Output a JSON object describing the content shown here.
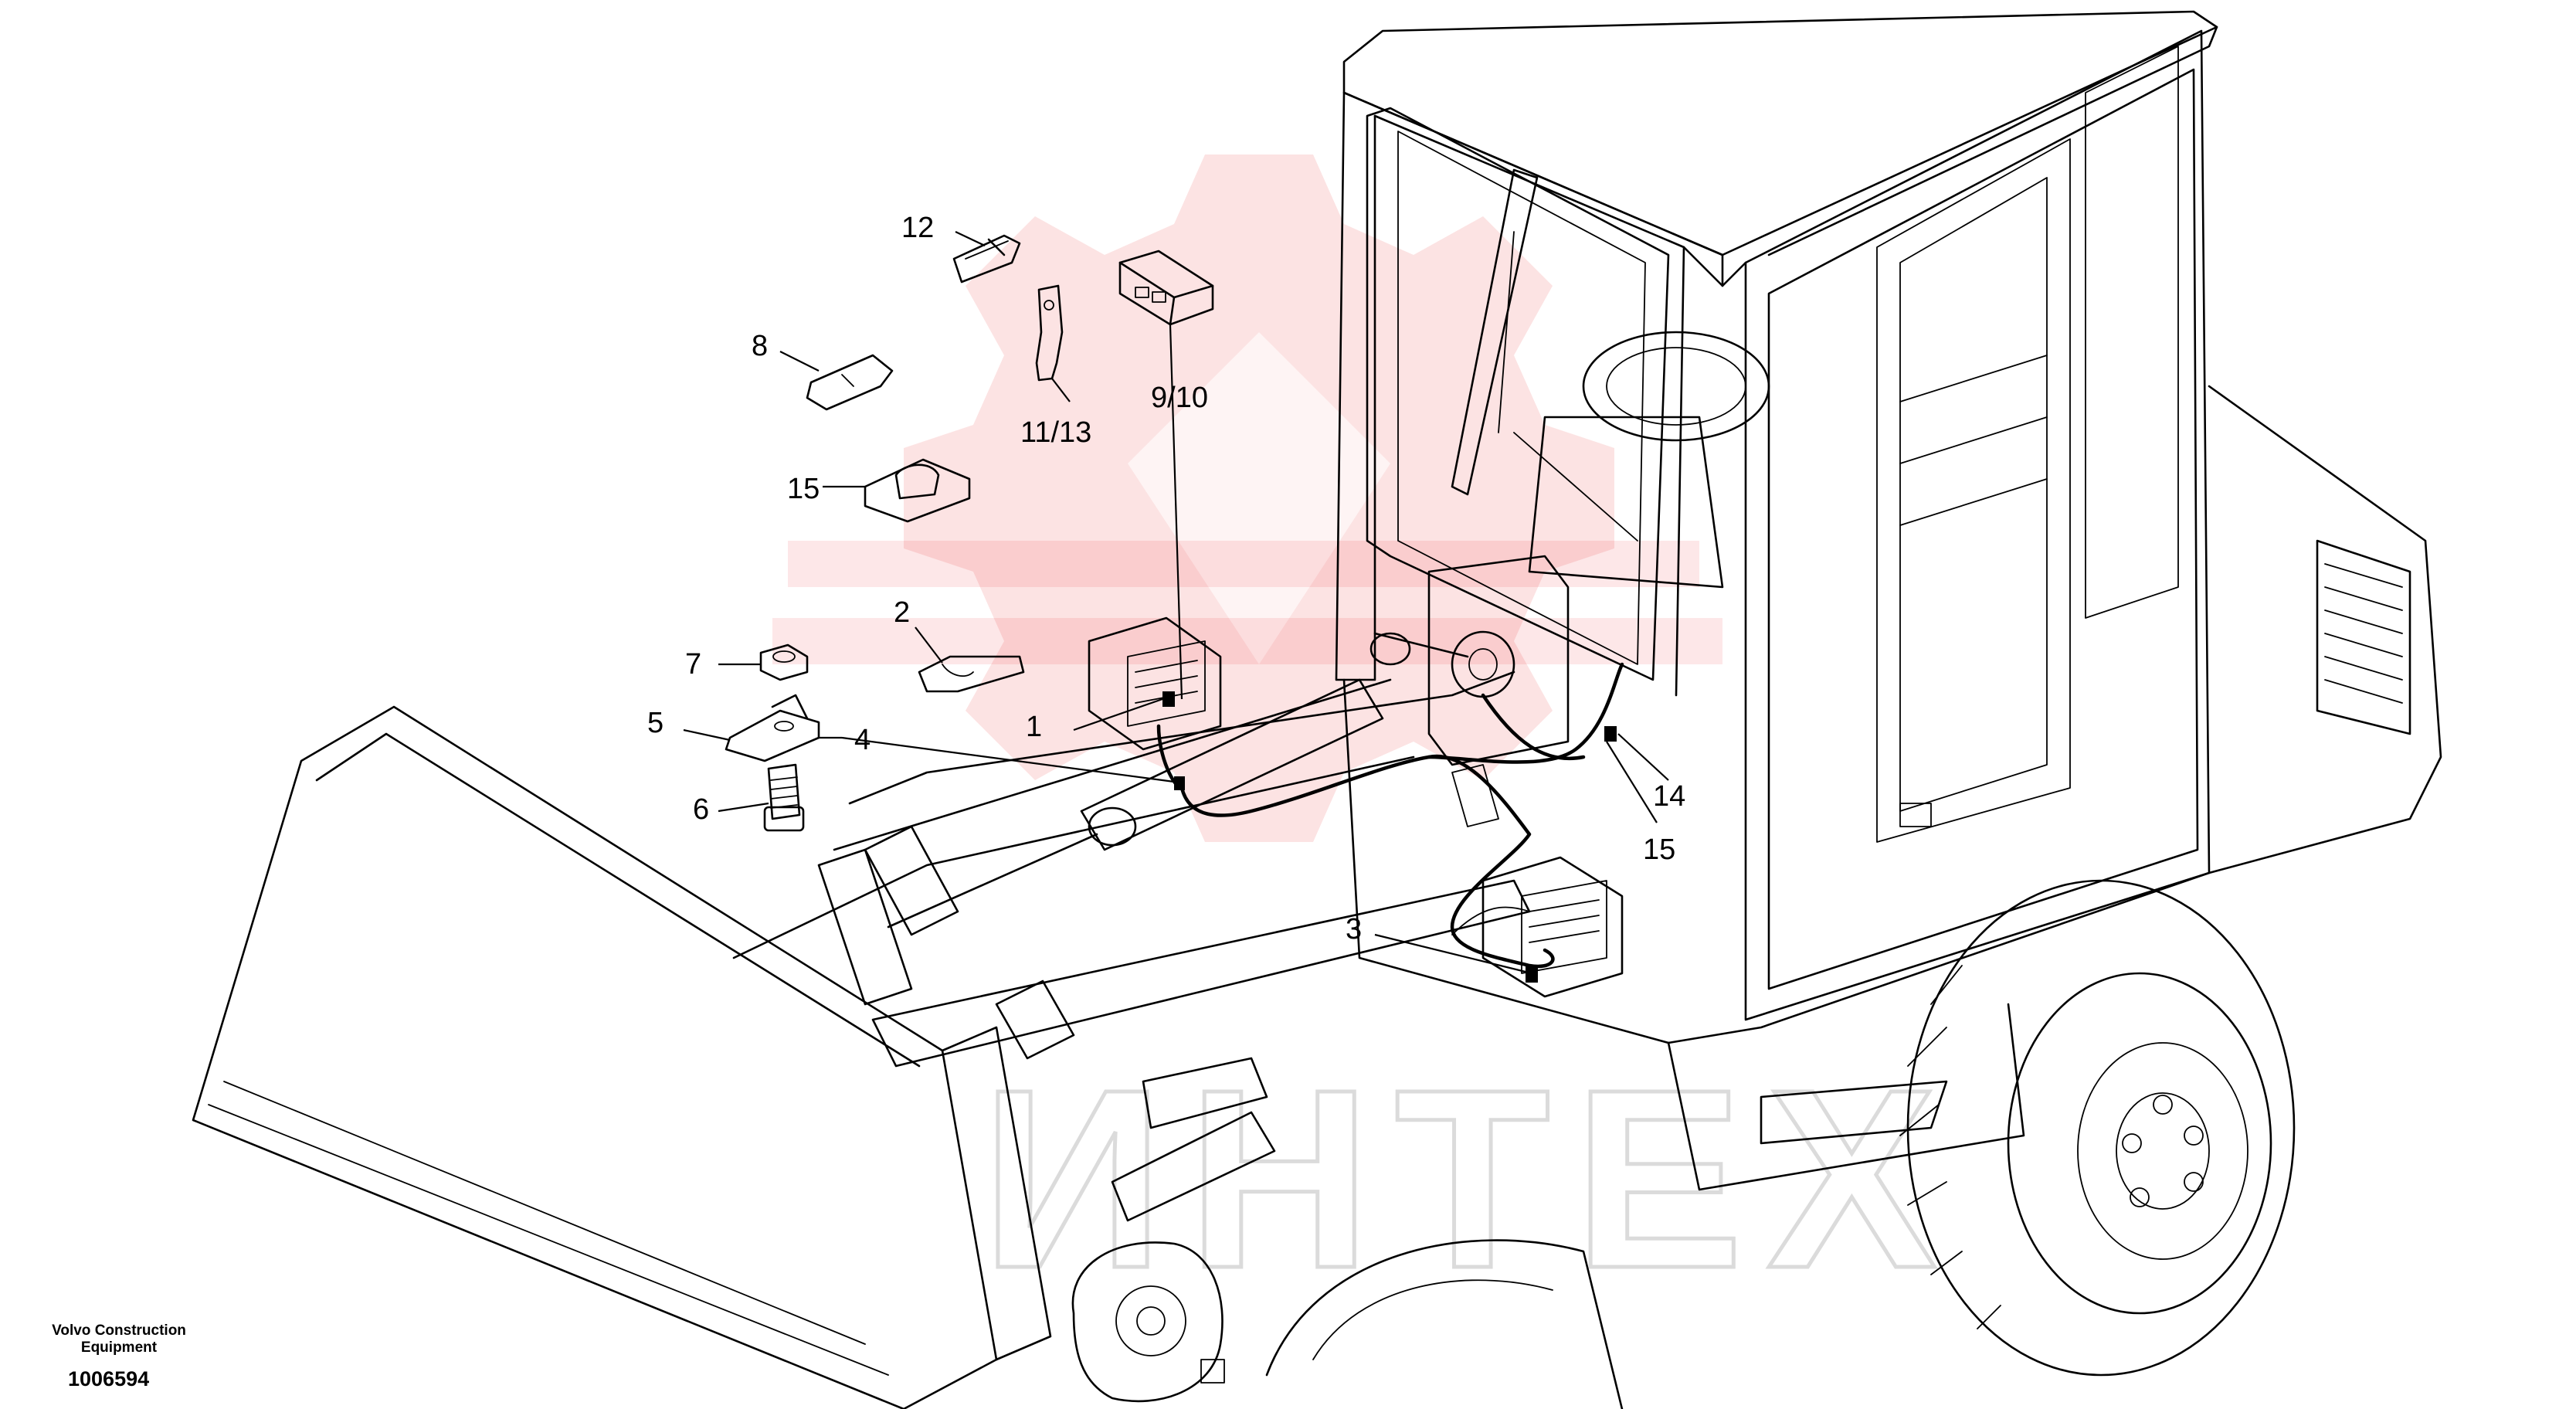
{
  "diagram": {
    "callouts": [
      {
        "id": "c1",
        "label": "1"
      },
      {
        "id": "c2",
        "label": "2"
      },
      {
        "id": "c3",
        "label": "3"
      },
      {
        "id": "c4",
        "label": "4"
      },
      {
        "id": "c5",
        "label": "5"
      },
      {
        "id": "c6",
        "label": "6"
      },
      {
        "id": "c7",
        "label": "7"
      },
      {
        "id": "c8",
        "label": "8"
      },
      {
        "id": "c910",
        "label": "9/10"
      },
      {
        "id": "c1113",
        "label": "11/13"
      },
      {
        "id": "c12",
        "label": "12"
      },
      {
        "id": "c14",
        "label": "14"
      },
      {
        "id": "c15a",
        "label": "15"
      },
      {
        "id": "c15b",
        "label": "15"
      }
    ],
    "watermark_text": "ИНТЕХ",
    "watermark_color": "#e8151b"
  },
  "footer": {
    "manufacturer": "Volvo Construction Equipment",
    "document_number": "1006594"
  }
}
